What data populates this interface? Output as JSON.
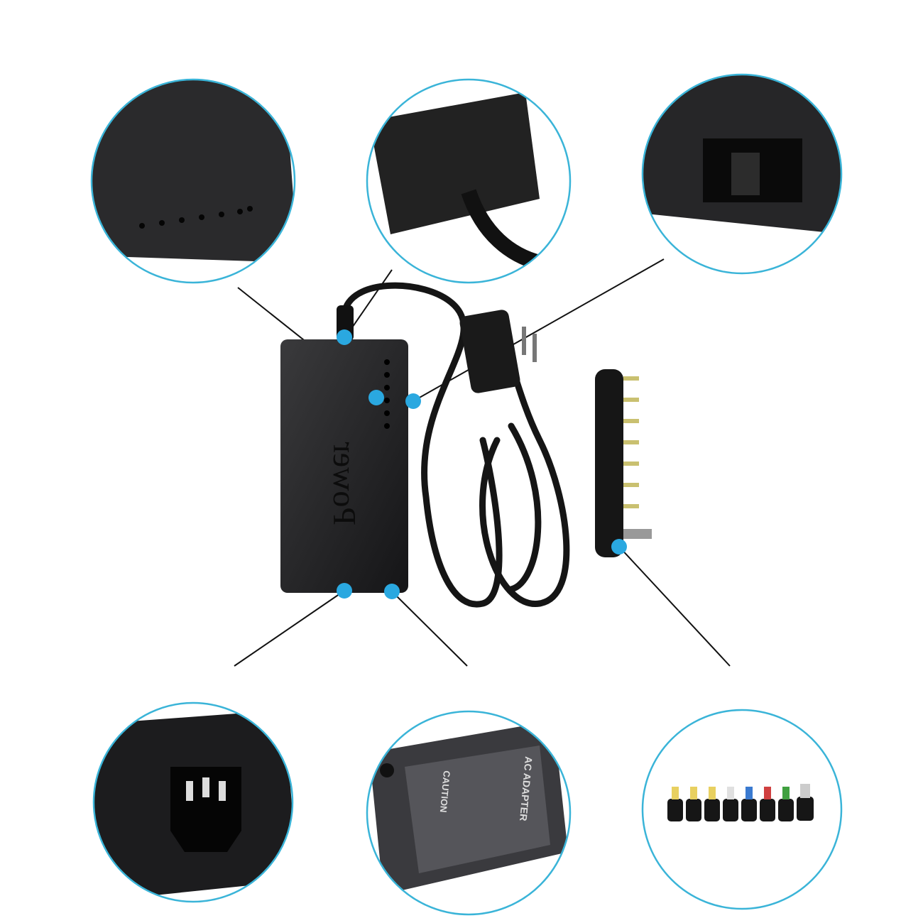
{
  "product": {
    "brand_text": "Power",
    "label_title": "AC ADAPTER",
    "label_caution": "CAUTION"
  },
  "colors": {
    "accent": "#2aa8e0",
    "ring": "#3ab4d8",
    "body": "#1d1d1f"
  }
}
